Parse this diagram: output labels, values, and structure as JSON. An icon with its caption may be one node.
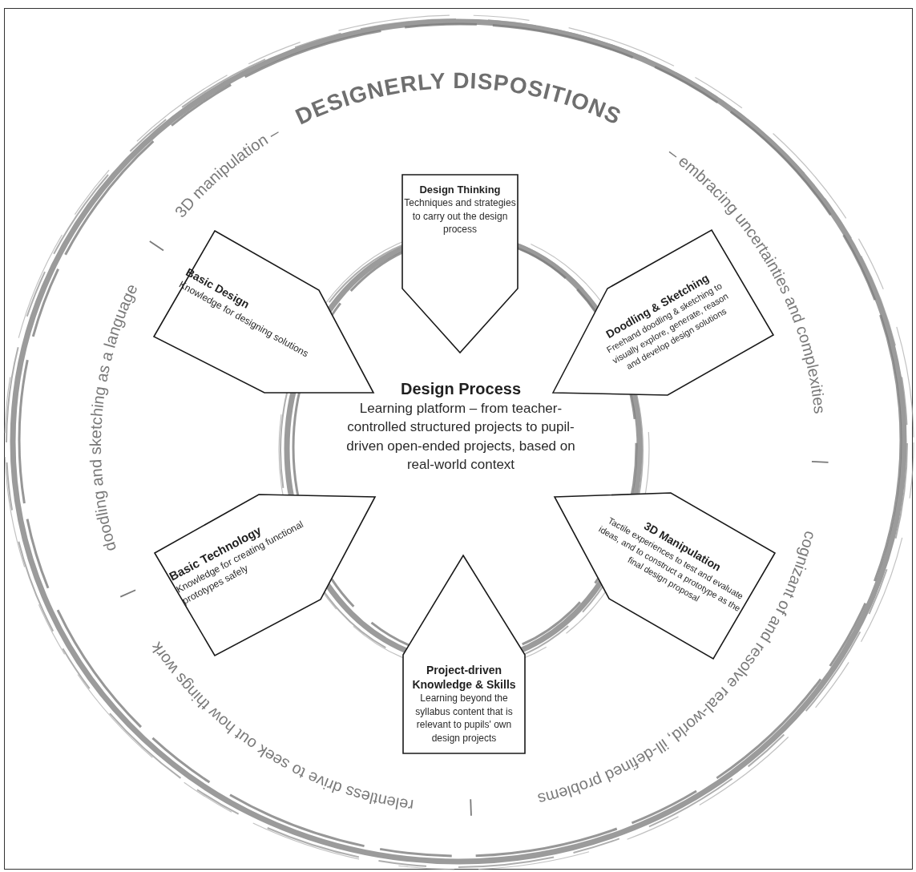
{
  "diagram": {
    "nodes": [
      {
        "text": [
          "Design Process",
          "Learning platform – from teacher-controlled structured projects to pupil-driven open-ended projects, based on real-world context"
        ]
      },
      {
        "text": [
          "Design Thinking",
          "Techniques and strategies to carry out the design process"
        ]
      },
      {
        "text": [
          "Doodling & Sketching",
          "Freehand doodling & sketching to visually explore, generate, reason and develop design solutions"
        ]
      },
      {
        "text": [
          "Basic Design",
          "Knowledge for designing solutions"
        ]
      },
      {
        "text": [
          "Basic Technology",
          "Knowledge for creating functional prototypes safely"
        ]
      },
      {
        "text": [
          "3D Manipulation",
          "Tactile experiences to test and evaluate ideas, and to construct a prototype as the final design proposal"
        ]
      },
      {
        "text": [
          "Project-driven Knowledge & Skills",
          "Learning beyond the syllabus content that is relevant to pupils' own design projects"
        ]
      }
    ],
    "labels": [
      "DESIGNERLY DISPOSITIONS",
      "– embracing uncertainties and complexities",
      "|",
      "cognizant of and resolve real-world, ill-defined problems",
      "|",
      "relentless drive to seek out how things work",
      "|",
      "doodling and sketching as a language",
      "|",
      "3D manipulation –"
    ]
  }
}
